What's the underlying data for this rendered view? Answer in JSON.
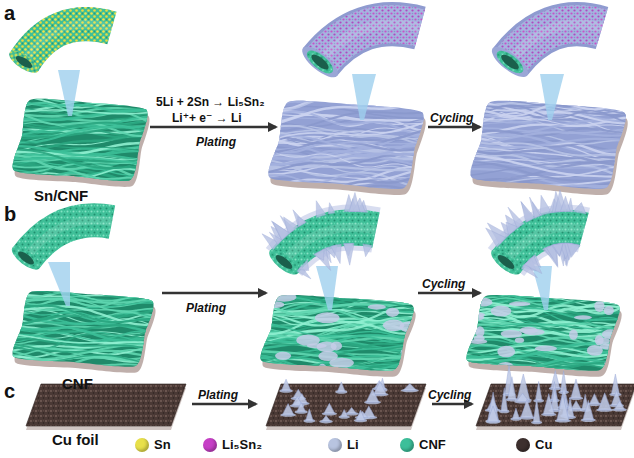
{
  "diagram": {
    "labels": [
      "a",
      "Sn/CNF",
      "5Li + 2Sn → Li₅Sn₂",
      "Li⁺+ e⁻ → Li",
      "Plating",
      "Cycling",
      "b",
      "CNF",
      "Plating",
      "Cycling",
      "c",
      "Cu foil",
      "Plating",
      "Cycling"
    ],
    "legend": [
      {
        "text": "Sn",
        "color": "#e8e04a"
      },
      {
        "text": "Li₅Sn₂",
        "color": "#c63fc6"
      },
      {
        "text": "Li",
        "color": "#b8c4e0"
      },
      {
        "text": "CNF",
        "color": "#3cbf9a"
      },
      {
        "text": "Cu",
        "color": "#3d302e"
      }
    ]
  }
}
